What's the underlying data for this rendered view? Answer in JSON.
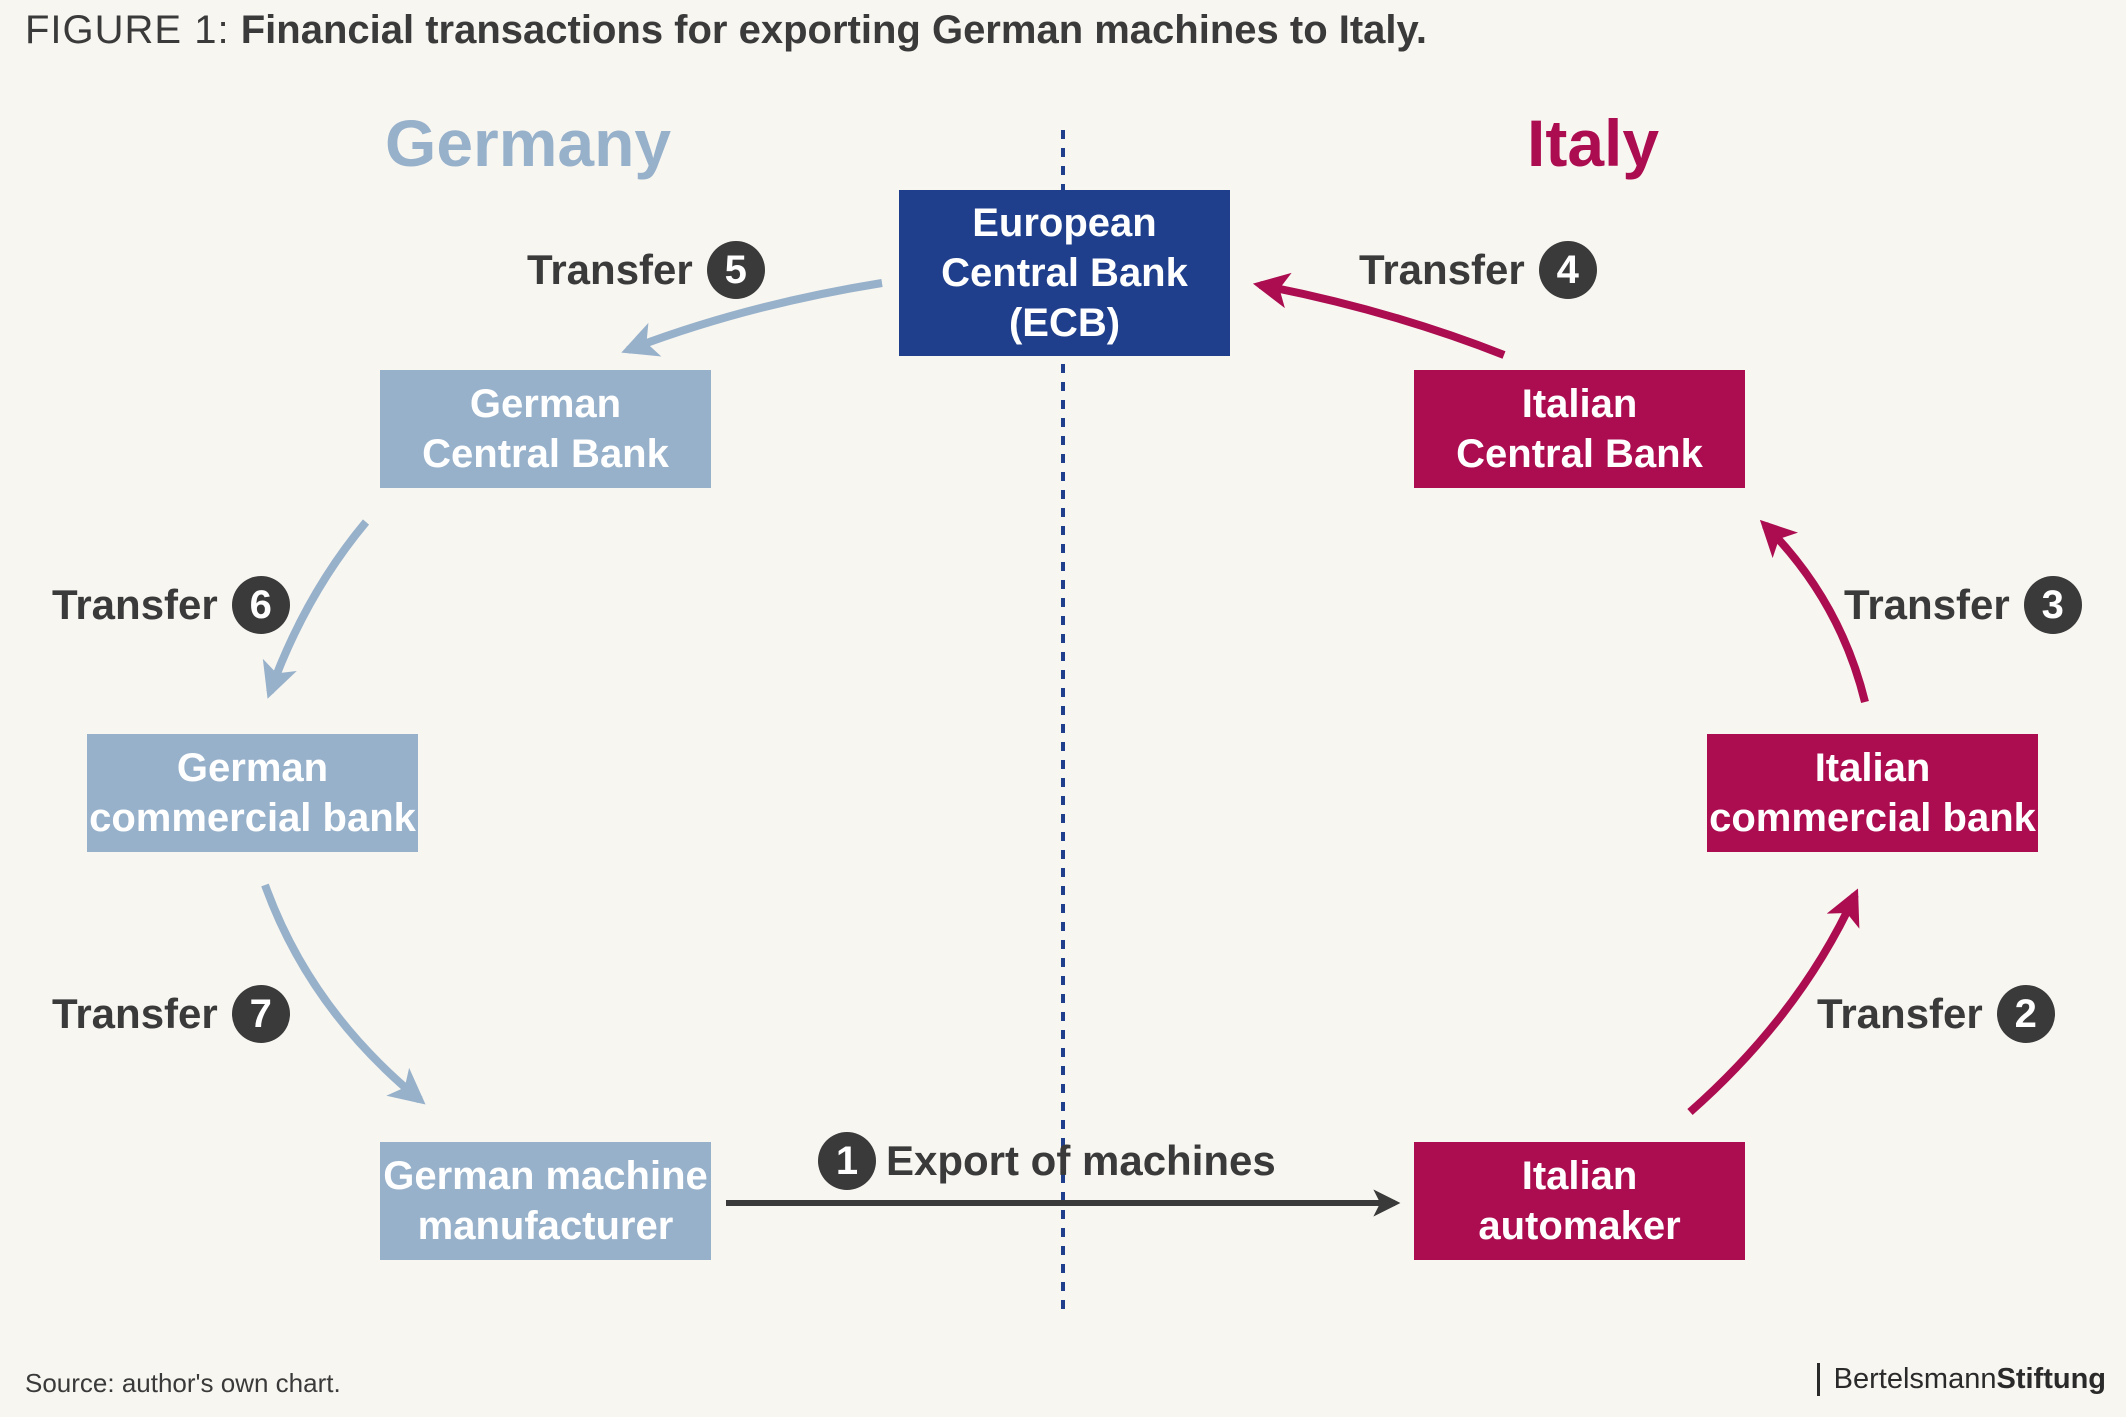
{
  "title": {
    "prefix": "FIGURE 1:",
    "main": "Financial transactions for exporting German machines to Italy."
  },
  "regions": {
    "germany": "Germany",
    "italy": "Italy"
  },
  "nodes": {
    "ecb": "European\nCentral Bank\n(ECB)",
    "german_central_bank": "German\nCentral Bank",
    "german_commercial_bank": "German\ncommercial bank",
    "german_manufacturer": "German machine\nmanufacturer",
    "italian_central_bank": "Italian\nCentral Bank",
    "italian_commercial_bank": "Italian\ncommercial bank",
    "italian_automaker": "Italian\nautomaker"
  },
  "steps": {
    "export": {
      "number": "1",
      "label": "Export of machines"
    },
    "t2": {
      "number": "2",
      "label": "Transfer"
    },
    "t3": {
      "number": "3",
      "label": "Transfer"
    },
    "t4": {
      "number": "4",
      "label": "Transfer"
    },
    "t5": {
      "number": "5",
      "label": "Transfer"
    },
    "t6": {
      "number": "6",
      "label": "Transfer"
    },
    "t7": {
      "number": "7",
      "label": "Transfer"
    }
  },
  "colors": {
    "germany": "#97b1cb",
    "italy": "#ab0d50",
    "ecb": "#1f3f8c",
    "dark": "#3a3a3a",
    "divider": "#1f3f8c"
  },
  "footer": {
    "source": "Source: author's own chart.",
    "logo_light": "Bertelsmann",
    "logo_bold": "Stiftung"
  }
}
